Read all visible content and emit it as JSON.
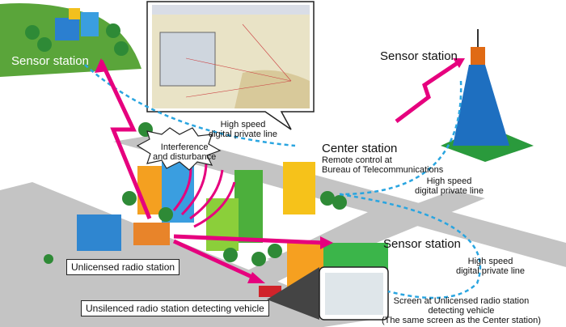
{
  "labels": {
    "sensor_top_left": "Sensor station",
    "sensor_top_right": "Sensor station",
    "sensor_bottom": "Sensor station",
    "center_title": "Center station",
    "center_sub1": "Remote control at",
    "center_sub2": "Bureau of Telecommunications",
    "line_top_1": "High speed",
    "line_top_2": "digital private line",
    "line_right_1": "High speed",
    "line_right_2": "digital private line",
    "line_bottom_1": "High speed",
    "line_bottom_2": "digital private line",
    "interference_1": "Interference",
    "interference_2": "and disturbance",
    "unlicensed": "Unlicensed radio station",
    "vehicle": "Unsilenced radio station detecting vehicle",
    "screen_1": "Screen at Unlicensed radio station",
    "screen_2": "detecting vehicle",
    "screen_3": "(The same screen as the Center station)"
  },
  "colors": {
    "arrow": "#e6007e",
    "dashed_line": "#2aa5e0",
    "hill": "#5aa53a",
    "road": "#bdbdbd",
    "tower": "#1e6fc0"
  }
}
